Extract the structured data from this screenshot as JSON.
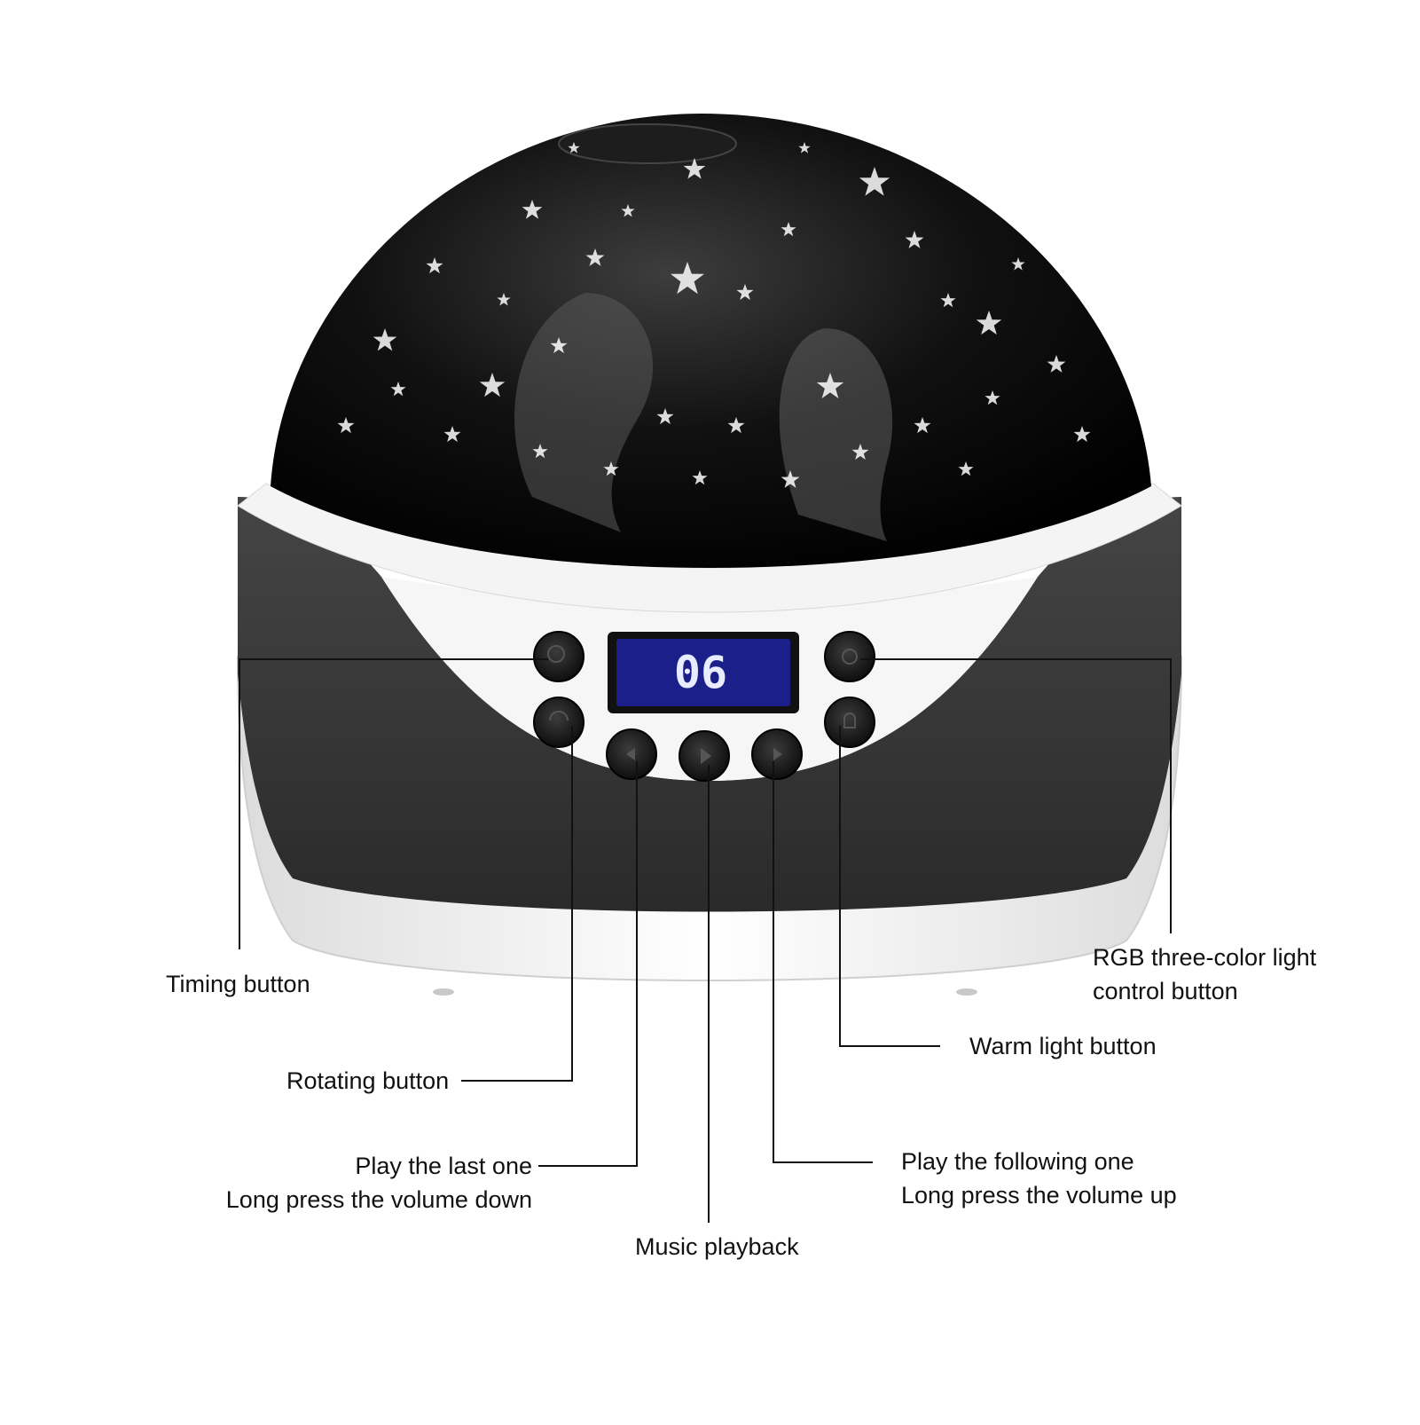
{
  "product": {
    "display_reading": "06"
  },
  "callouts": {
    "timing": "Timing button",
    "rotating": "Rotating button",
    "previous_line1": "Play the last one",
    "previous_line2": "Long press the volume down",
    "music": "Music playback",
    "next_line1": "Play the following one",
    "next_line2": "Long press the volume up",
    "warm": "Warm light button",
    "rgb_line1": "RGB three-color light",
    "rgb_line2": "control button"
  },
  "colors": {
    "dome": "#0b0b0b",
    "body_band": "#3a3a3a",
    "white_shell": "#f4f4f4",
    "display_bg": "#1a1f8a",
    "display_digits": "#e8ecff",
    "leader_lines": "#111111"
  }
}
